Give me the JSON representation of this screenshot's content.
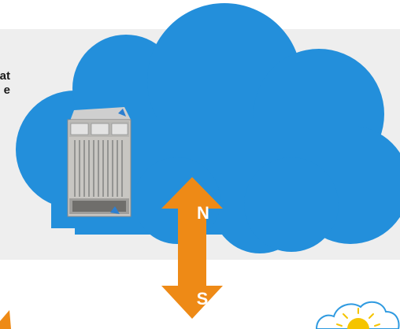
{
  "left_text": {
    "line1": "at",
    "line2": "e"
  },
  "arrow": {
    "north_label": "N",
    "south_label": "S"
  },
  "colors": {
    "cloud": "#238fdb",
    "arrow": "#ee8a16",
    "band": "#eeeeee",
    "small_cloud_outline": "#2f9ae0",
    "sun": "#f5c400"
  },
  "icons": {
    "router": "network-router-chassis-icon",
    "small_cloud": "sun-cloud-icon"
  }
}
